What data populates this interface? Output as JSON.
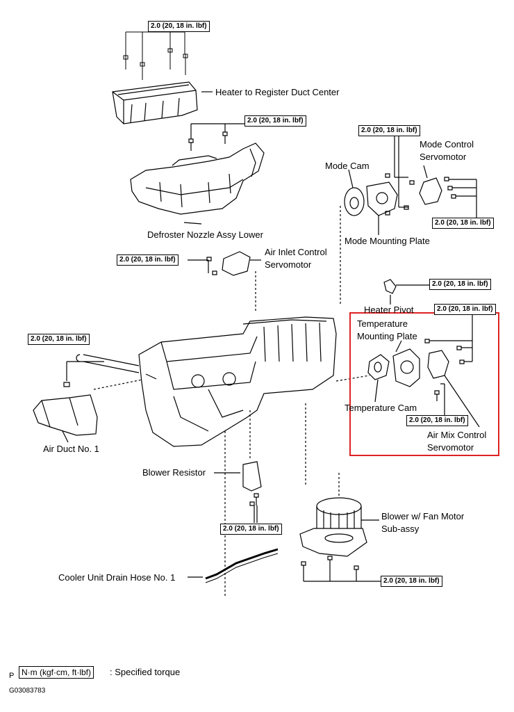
{
  "torque": "2.0 (20, 18 in. lbf)",
  "labels": {
    "heater_duct": "Heater to Register Duct Center",
    "defroster": "Defroster Nozzle Assy Lower",
    "mode_cam": "Mode Cam",
    "mode_servo_1": "Mode Control",
    "mode_servo_2": "Servomotor",
    "mode_plate": "Mode Mounting Plate",
    "air_inlet_1": "Air Inlet Control",
    "air_inlet_2": "Servomotor",
    "heater_pivot": "Heater Pivot",
    "temp_plate_1": "Temperature",
    "temp_plate_2": "Mounting Plate",
    "temp_cam": "Temperature Cam",
    "air_mix_1": "Air Mix Control",
    "air_mix_2": "Servomotor",
    "air_duct": "Air Duct No. 1",
    "blower_resistor": "Blower Resistor",
    "blower_1": "Blower w/ Fan Motor",
    "blower_2": "Sub-assy",
    "drain_hose": "Cooler Unit Drain Hose No. 1"
  },
  "legend": {
    "unit": "N·m (kgf·cm, ft·lbf)",
    "text": ": Specified torque"
  },
  "footer": {
    "prefix": "P",
    "code": "G03083783"
  },
  "colors": {
    "highlight": "#dd2222"
  }
}
